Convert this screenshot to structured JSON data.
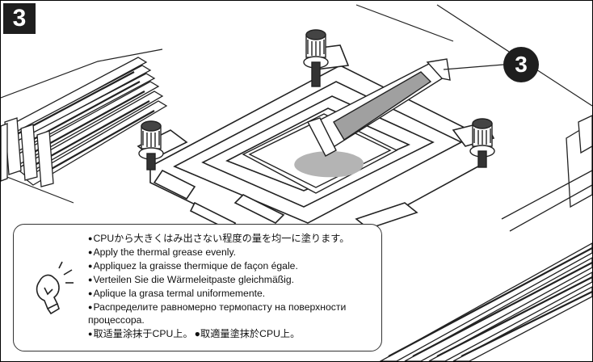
{
  "step": {
    "number": "3"
  },
  "callout": {
    "number": "3"
  },
  "note": {
    "icon": "lightbulb-icon",
    "lines": [
      "CPUから大きくはみ出さない程度の量を均一に塗ります。",
      "Apply the thermal grease evenly.",
      "Appliquez la graisse thermique de façon égale.",
      "Verteilen Sie die Wärmeleitpaste gleichmäßig.",
      "Aplique la grasa termal uniformemente.",
      "Распределите равномерно термопасту на поверхности процессора."
    ],
    "chinese_simplified": "取适量涂抹于CPU上。",
    "chinese_traditional": "取適量塗抹於CPU上。"
  },
  "colors": {
    "badge": "#1e1e1e",
    "grease": "#b4b4b4",
    "line": "#222222"
  }
}
